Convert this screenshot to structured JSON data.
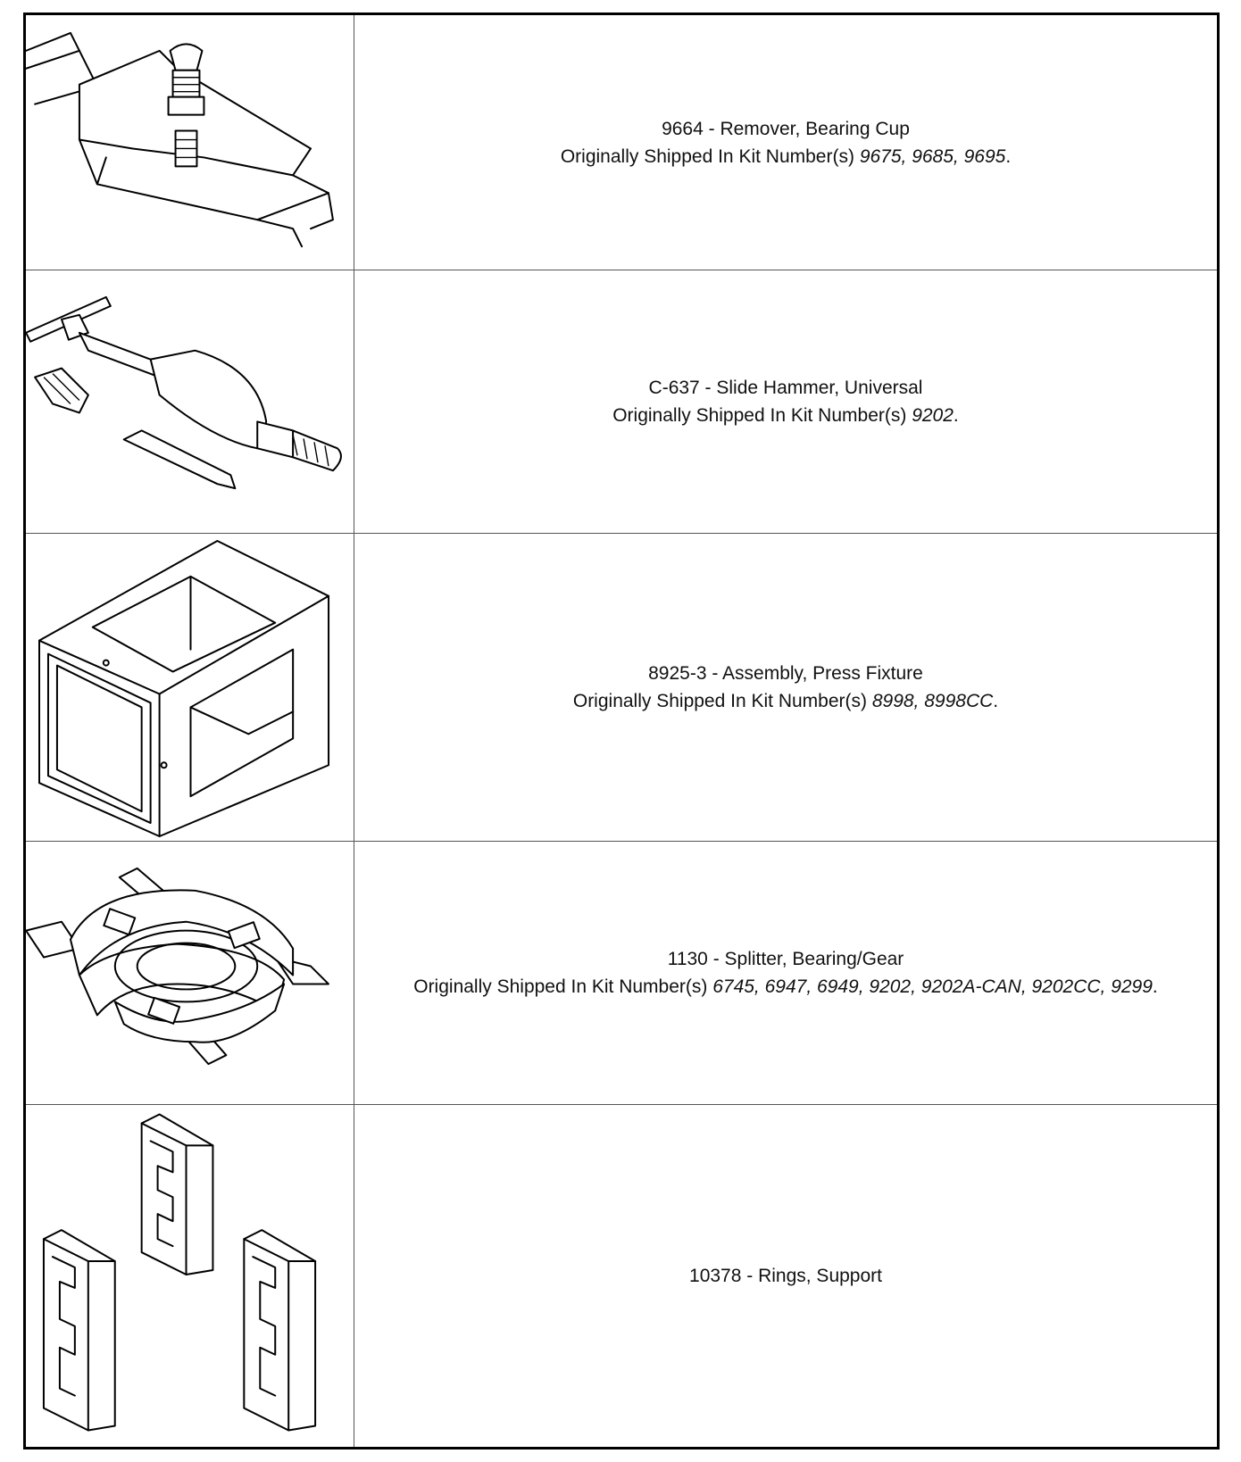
{
  "kit_label": "Originally Shipped In Kit Number(s)",
  "rows": [
    {
      "title": "9664 - Remover, Bearing Cup",
      "kits": "9675, 9685, 9695",
      "image": "bearing-cup-remover-drawing"
    },
    {
      "title": "C-637 - Slide Hammer, Universal",
      "kits": "9202",
      "image": "slide-hammer-drawing"
    },
    {
      "title": "8925-3 - Assembly, Press Fixture",
      "kits": "8998, 8998CC",
      "image": "press-fixture-drawing"
    },
    {
      "title": "1130 - Splitter, Bearing/Gear",
      "kits": "6745, 6947, 6949, 9202, 9202A-CAN, 9202CC, 9299",
      "image": "bearing-splitter-drawing"
    },
    {
      "title": "10378 - Rings, Support",
      "kits": "",
      "image": "support-rings-drawing"
    }
  ]
}
